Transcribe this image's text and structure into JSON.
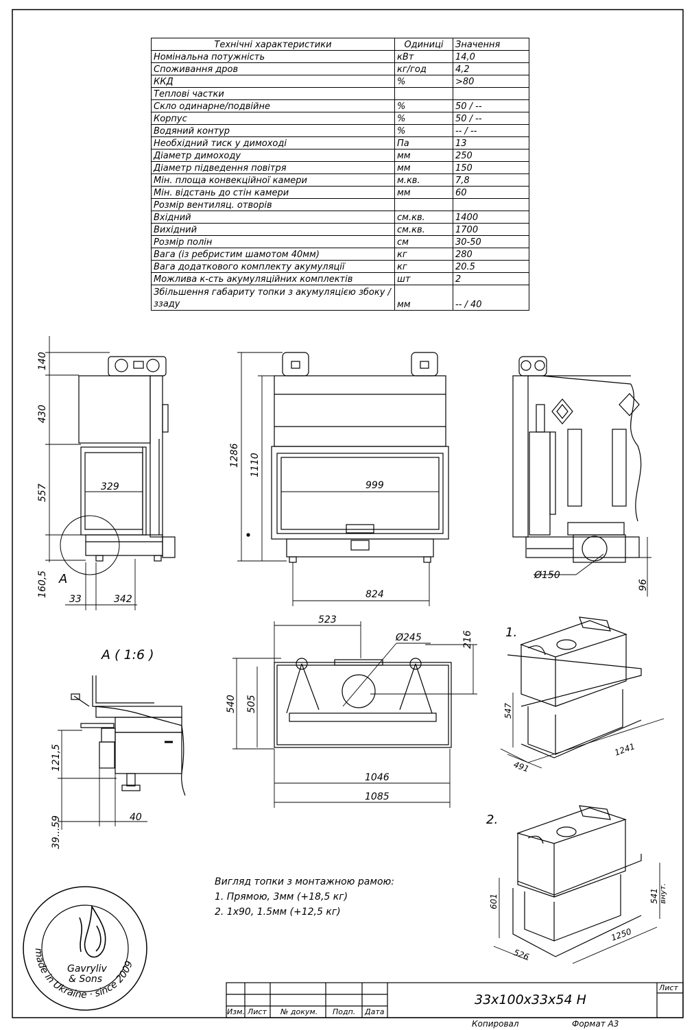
{
  "table": {
    "headers": [
      "Технічні характеристики",
      "Одиниці",
      "Значення"
    ],
    "rows": [
      [
        "Номінальна потужність",
        "кВт",
        "14,0"
      ],
      [
        "Споживання дров",
        "кг/год",
        "4,2"
      ],
      [
        "ККД",
        "%",
        ">80"
      ],
      [
        "Теплові частки",
        "",
        ""
      ],
      [
        "Скло одинарне/подвійне",
        "%",
        "50 / --"
      ],
      [
        "Корпус",
        "%",
        "50 / --"
      ],
      [
        "Водяний контур",
        "%",
        "-- / --"
      ],
      [
        "Необхідний тиск у димоході",
        "Па",
        "13"
      ],
      [
        "Діаметр димоходу",
        "мм",
        "250"
      ],
      [
        "Діаметр підведення повітря",
        "мм",
        "150"
      ],
      [
        "Мін. площа конвекційної камери",
        "м.кв.",
        "7,8"
      ],
      [
        "Мін. відстань до стін камери",
        "мм",
        "60"
      ],
      [
        "Розмір вентиляц. отворів",
        "",
        ""
      ],
      [
        "Вхідний",
        "см.кв.",
        "1400"
      ],
      [
        "Вихідний",
        "см.кв.",
        "1700"
      ],
      [
        "Розмір полін",
        "см",
        "30-50"
      ],
      [
        "Вага (із ребристим шамотом 40мм)",
        "кг",
        "280"
      ],
      [
        "Вага додаткового комплекту акумуляції",
        "кг",
        "20.5"
      ],
      [
        "Можлива к-сть акумуляційних комплектів",
        "шт",
        "2"
      ],
      [
        "Збільшення габариту топки з акумуляцією збоку / ззаду",
        "мм",
        "-- / 40"
      ]
    ]
  },
  "dimensions": {
    "side_140": "140",
    "side_430": "430",
    "side_557": "557",
    "side_1605": "160,5",
    "side_329": "329",
    "side_33": "33",
    "side_342": "342",
    "detail_ref": "A",
    "front_1286": "1286",
    "front_1110": "1110",
    "front_999": "999",
    "front_824": "824",
    "back_d150": "Ø150",
    "back_96": "96",
    "top_523": "523",
    "top_d245": "Ø245",
    "top_216": "216",
    "top_540": "540",
    "top_505": "505",
    "top_1046": "1046",
    "top_1085": "1085",
    "detail_title": "A ( 1:6 )",
    "detail_1215": "121,5",
    "detail_3959": "39...59",
    "detail_40": "40",
    "iso1_label": "1.",
    "iso1_547": "547",
    "iso1_491": "491",
    "iso1_1241": "1241",
    "iso2_label": "2.",
    "iso2_601": "601",
    "iso2_541": "541",
    "iso2_vnut": "внут.",
    "iso2_526": "526",
    "iso2_1250": "1250"
  },
  "notes": {
    "title": "Вигляд топки з монтажною рамою:",
    "line1": "1. Прямою, 3мм (+18,5 кг)",
    "line2": "2. 1х90, 1.5мм (+12,5 кг)"
  },
  "logo": {
    "name_line1": "Gavryliv",
    "name_line2": "& Sons",
    "ring_text": "made in Ukraine · since 2009"
  },
  "title_block": {
    "designation": "33x100x33x54 H",
    "sheet_label": "Лист",
    "col_izm": "Изм.",
    "col_list": "Лист",
    "col_doc": "№ докум.",
    "col_podp": "Подп.",
    "col_data": "Дата",
    "copied": "Копировал",
    "format": "Формат А3"
  },
  "colors": {
    "line": "#000000",
    "background": "#ffffff"
  }
}
